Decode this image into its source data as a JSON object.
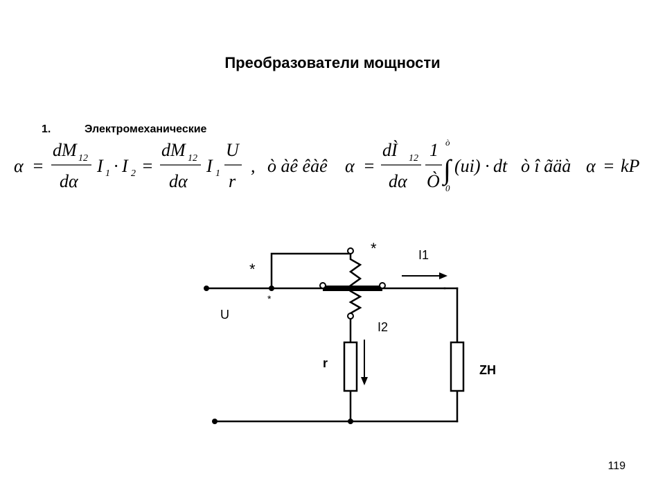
{
  "title": "Преобразователи мощности",
  "section": {
    "number": "1.",
    "label": "Электромеханические"
  },
  "formula": {
    "part1": {
      "alpha": "α",
      "eq": "=",
      "num1": "dM",
      "sub12a": "12",
      "den1": "dα",
      "i1": "I",
      "sub1a": "1",
      "dot": "·",
      "i2": "I",
      "sub2": "2",
      "eq2": "=",
      "num2": "dM",
      "sub12b": "12",
      "den2": "dα",
      "i1b": "I",
      "sub1b": "1",
      "u": "U",
      "r": "r",
      "comma": ","
    },
    "garbled1": "ò àê êàê",
    "part2": {
      "alpha": "α",
      "eq": "=",
      "num": "dÌ",
      "sub12": "12",
      "den": "dα",
      "one": "1",
      "T": "Ò",
      "upper": "ò",
      "lower": "0",
      "integral": "∫",
      "integrand": "(ui)",
      "dot": "·",
      "dt": "dt"
    },
    "garbled2": "ò î ãäà",
    "part3": {
      "alpha": "α",
      "eq": "=",
      "rhs": "kP"
    }
  },
  "circuit": {
    "label_I1": "I1",
    "label_I2": "I2",
    "label_U": "U",
    "label_r": "r",
    "label_Z": "ZН",
    "star1": "*",
    "star2": "*",
    "star3": "*"
  },
  "page_number": "119"
}
